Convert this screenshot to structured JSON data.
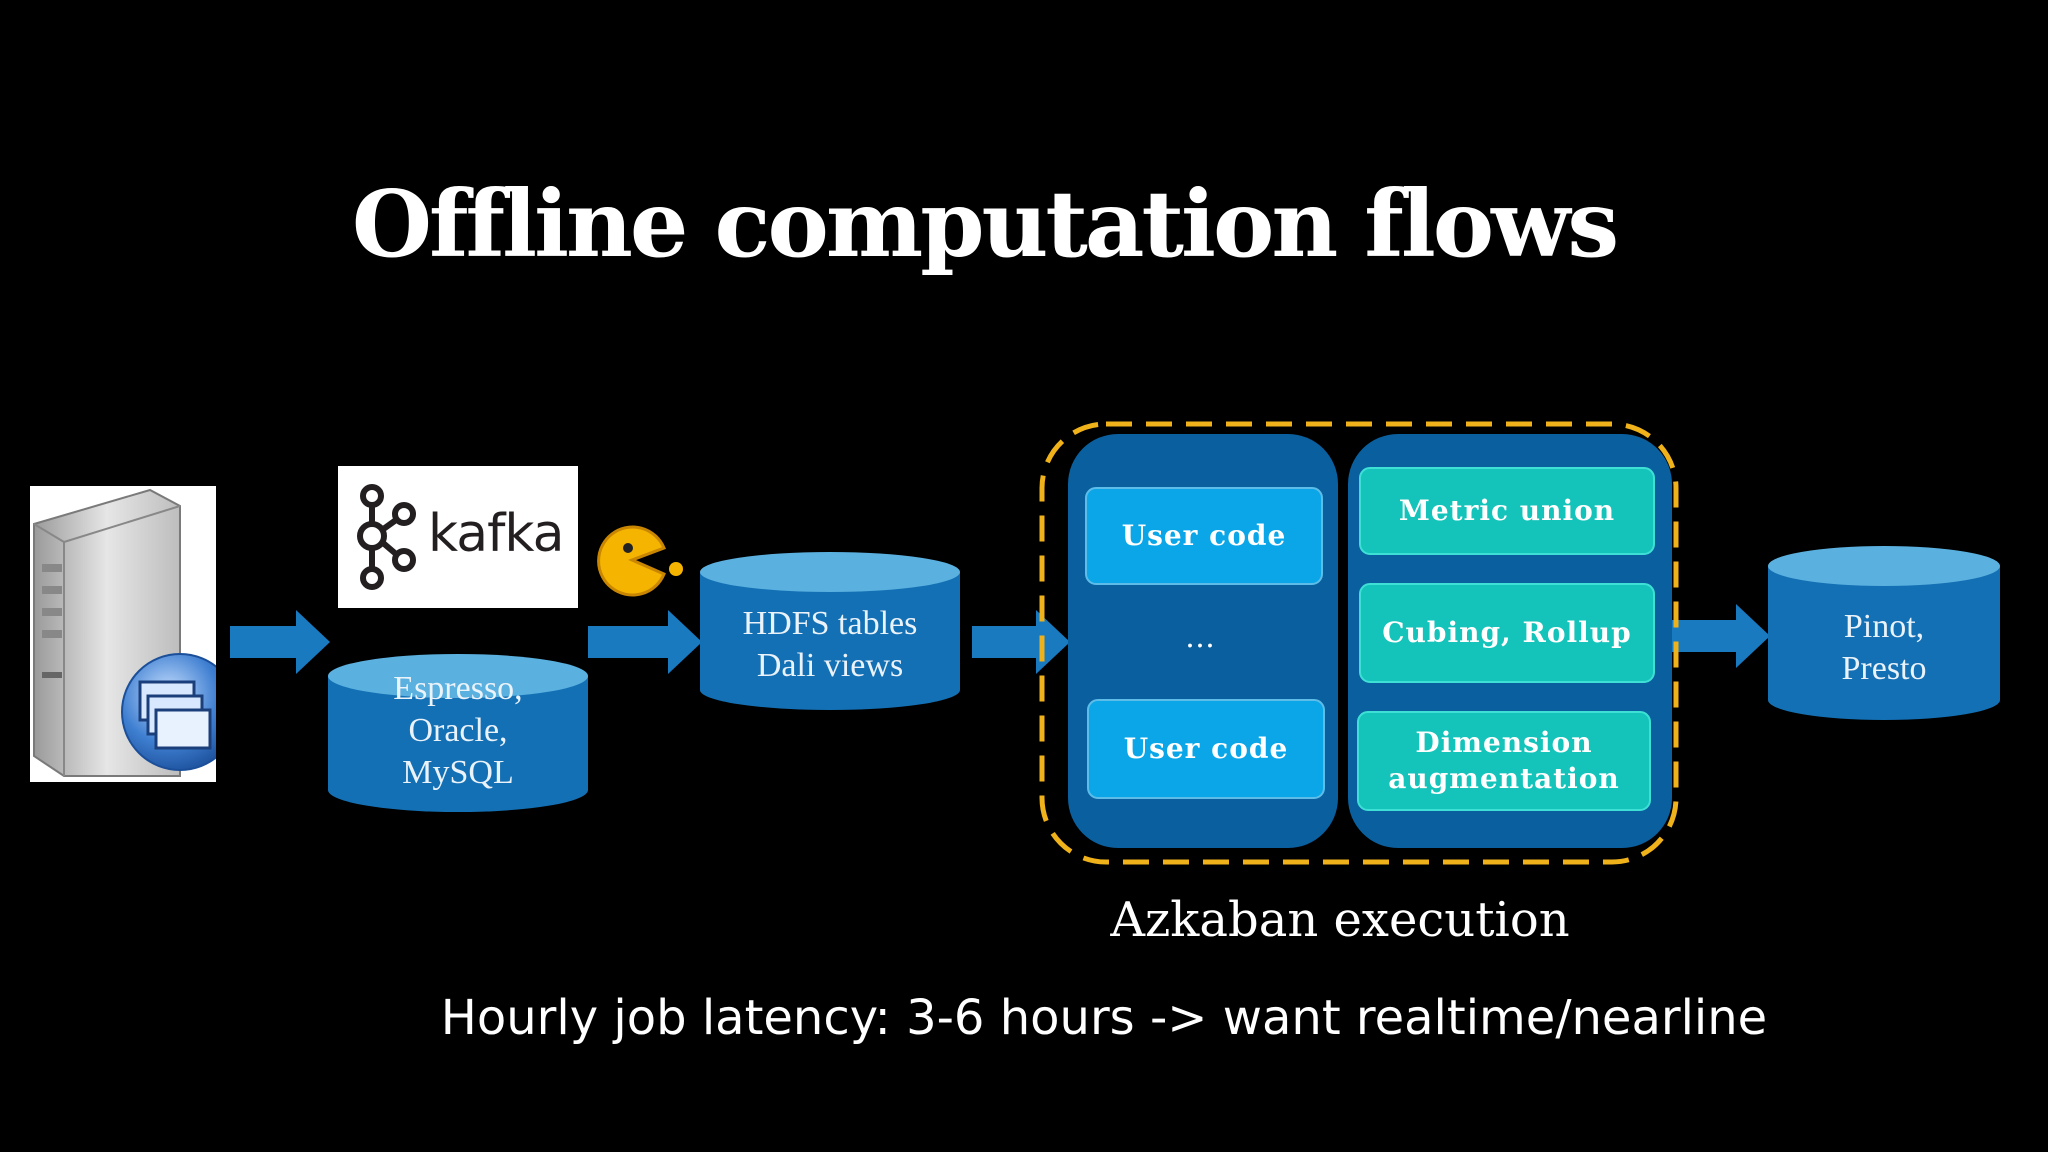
{
  "title": "Offline computation flows",
  "colors": {
    "background": "#000000",
    "blue_arrow": "#1a7ac0",
    "cylinder_body": "#1470b4",
    "cylinder_top": "#5ab0df",
    "panel_fill": "#0a5f9e",
    "user_code_fill": "#0aa6e8",
    "teal_fill": "#14c3ba",
    "dashed_border": "#f0b21a"
  },
  "nodes": {
    "server": {
      "icon": "server-icon"
    },
    "kafka": {
      "logo_text": "kafka",
      "icon": "kafka-logo-icon"
    },
    "pacman": {
      "icon": "pacman-icon"
    },
    "source_db": {
      "label_lines": [
        "Espresso,",
        "Oracle,",
        "MySQL"
      ]
    },
    "hdfs": {
      "label_lines": [
        "HDFS tables",
        "Dali views"
      ]
    },
    "sink": {
      "label_lines": [
        "Pinot,",
        "Presto"
      ]
    }
  },
  "azkaban": {
    "user_code_1": "User code",
    "ellipsis": "…",
    "user_code_2": "User code",
    "metric_union": "Metric union",
    "cubing": "Cubing, Rollup",
    "dimension_lines": [
      "Dimension",
      "augmentation"
    ],
    "caption": "Azkaban execution"
  },
  "footer": "Hourly job latency: 3-6 hours -> want realtime/nearline"
}
